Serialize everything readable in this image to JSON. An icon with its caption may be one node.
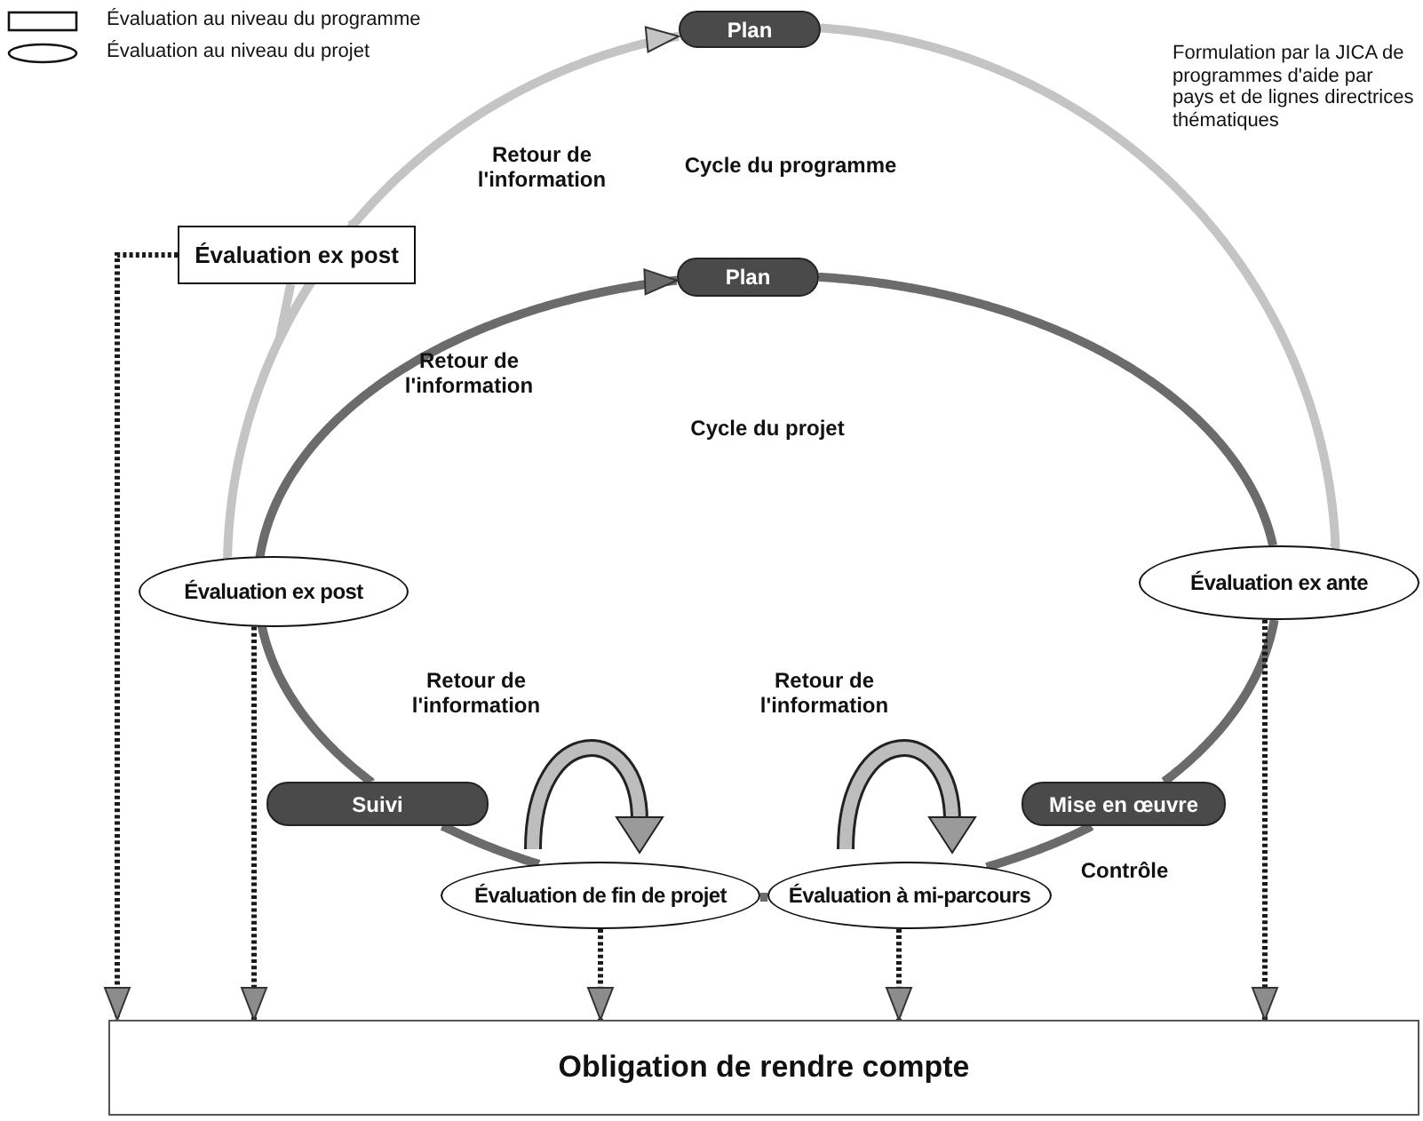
{
  "diagram": {
    "nodes": [
      {
        "text": [
          "Plan"
        ]
      },
      {
        "text": [
          "Évaluation ex post"
        ]
      },
      {
        "text": [
          "Plan"
        ]
      },
      {
        "text": [
          "Évaluation ex post"
        ]
      },
      {
        "text": [
          "Évaluation ex ante"
        ]
      },
      {
        "text": [
          "Suivi"
        ]
      },
      {
        "text": [
          "Évaluation de fin de projet"
        ]
      },
      {
        "text": [
          "Évaluation à mi-parcours"
        ]
      },
      {
        "text": [
          "Mise en œuvre"
        ]
      },
      {
        "text": [
          "Obligation de rendre compte"
        ]
      }
    ],
    "edges": [
      {
        "from": 1,
        "to": 0,
        "arrow": "to",
        "color": "#c4c4c4"
      },
      {
        "from": 0,
        "to": 4,
        "arrow": "none",
        "color": "#c4c4c4"
      },
      {
        "from": 3,
        "to": 1,
        "arrow": "none",
        "color": "#c4c4c4"
      },
      {
        "from": 3,
        "to": 2,
        "arrow": "to"
      },
      {
        "from": 2,
        "to": 4,
        "arrow": "none"
      },
      {
        "from": 4,
        "to": 8,
        "arrow": "none"
      },
      {
        "from": 8,
        "to": 7,
        "arrow": "none"
      },
      {
        "from": 7,
        "to": 6,
        "arrow": "none"
      },
      {
        "from": 6,
        "to": 5,
        "arrow": "none"
      },
      {
        "from": 5,
        "to": 3,
        "arrow": "none"
      },
      {
        "from": 1,
        "to": 9,
        "arrow": "to",
        "style": "dashed"
      },
      {
        "from": 3,
        "to": 9,
        "arrow": "to",
        "style": "dashed"
      },
      {
        "from": 6,
        "to": 9,
        "arrow": "to",
        "style": "dashed"
      },
      {
        "from": 7,
        "to": 9,
        "arrow": "to",
        "style": "dashed"
      },
      {
        "from": 4,
        "to": 9,
        "arrow": "to",
        "style": "dashed"
      }
    ],
    "labels": [
      "Retour de l'information",
      "Cycle du programme",
      "Formulation par la JICA de programmes d'aide par pays et de lignes directrices thématiques",
      "Retour de l'information",
      "Cycle du projet",
      "Retour de l'information",
      "Retour de l'information",
      "Contrôle"
    ],
    "legend": [
      {
        "text": "Évaluation au niveau du programme"
      },
      {
        "text": "Évaluation au niveau du projet"
      }
    ]
  }
}
